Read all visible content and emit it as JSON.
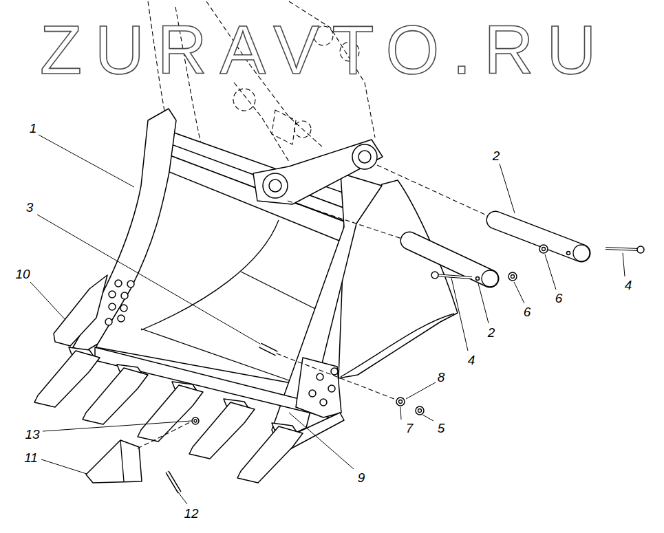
{
  "diagram": {
    "labels": [
      "ZURAVTO.RU",
      "1",
      "2",
      "3",
      "10",
      "4",
      "6",
      "6",
      "2",
      "4",
      "8",
      "7",
      "5",
      "13",
      "11",
      "9",
      "12"
    ]
  }
}
